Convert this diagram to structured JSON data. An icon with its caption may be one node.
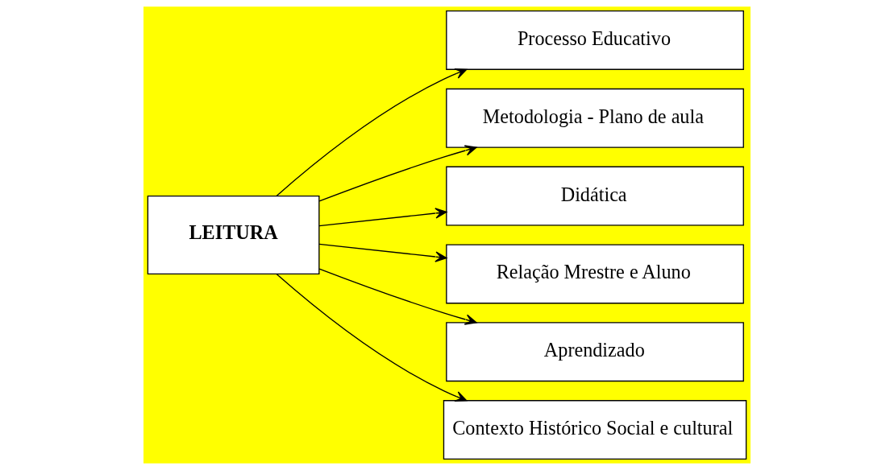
{
  "diagram": {
    "nodes": [
      {
        "text": [
          "LEITURA"
        ]
      },
      {
        "text": [
          "Processo Educativo"
        ]
      },
      {
        "text": [
          "Metodologia - Plano de aula"
        ]
      },
      {
        "text": [
          "Didática"
        ]
      },
      {
        "text": [
          "Relação Mrestre e Aluno"
        ]
      },
      {
        "text": [
          "Aprendizado"
        ]
      },
      {
        "text": [
          "Contexto Histórico Social e cultural"
        ]
      }
    ],
    "edges": [
      {
        "from": 0,
        "to": 1,
        "arrow": "to"
      },
      {
        "from": 0,
        "to": 2,
        "arrow": "to"
      },
      {
        "from": 0,
        "to": 3,
        "arrow": "to"
      },
      {
        "from": 0,
        "to": 4,
        "arrow": "to"
      },
      {
        "from": 0,
        "to": 5,
        "arrow": "to"
      },
      {
        "from": 0,
        "to": 6,
        "arrow": "to"
      }
    ]
  }
}
